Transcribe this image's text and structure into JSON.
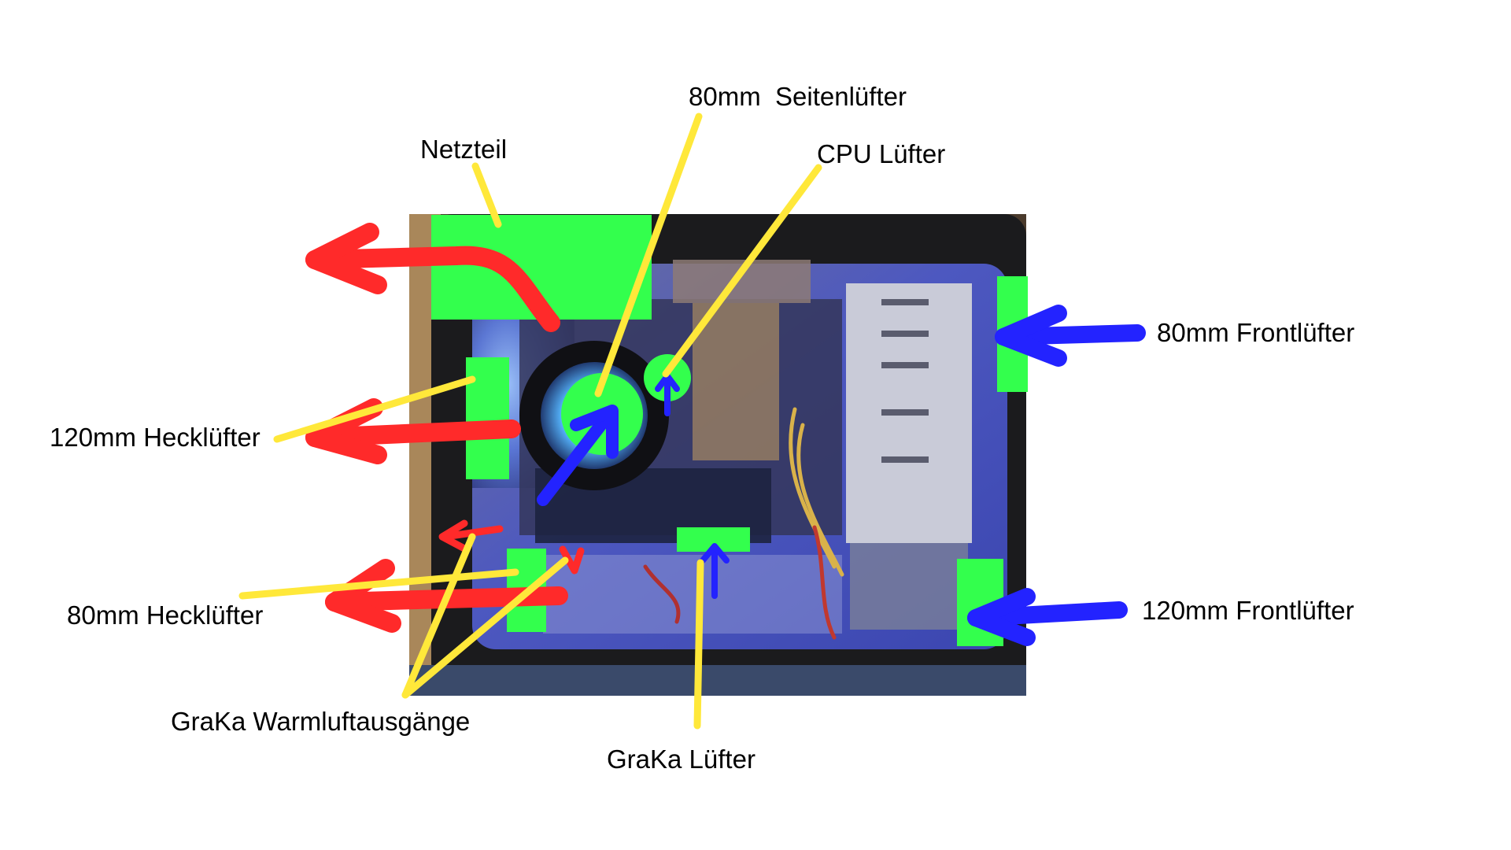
{
  "labels": {
    "netzteil": "Netzteil",
    "side_fan": "80mm  Seitenlüfter",
    "cpu_fan": "CPU Lüfter",
    "front_fan_80": "80mm Frontlüfter",
    "rear_fan_120": "120mm Hecklüfter",
    "rear_fan_80": "80mm Hecklüfter",
    "front_fan_120": "120mm Frontlüfter",
    "gpu_exhaust": "GraKa Warmluftausgänge",
    "gpu_fan": "GraKa Lüfter"
  },
  "photo": {
    "subject": "open PC case interior"
  },
  "colors": {
    "fan_marker": "#33ff4d",
    "intake_arrow": "#2323ff",
    "exhaust_arrow": "#ff2a2a",
    "leader_line": "#ffe83a",
    "label_text": "#000000",
    "case_frame": "#1a1a1a",
    "interior_glow": "#6b76d8"
  },
  "legend_semantics": {
    "green": "fan position",
    "blue": "air intake",
    "red": "warm air exhaust"
  }
}
